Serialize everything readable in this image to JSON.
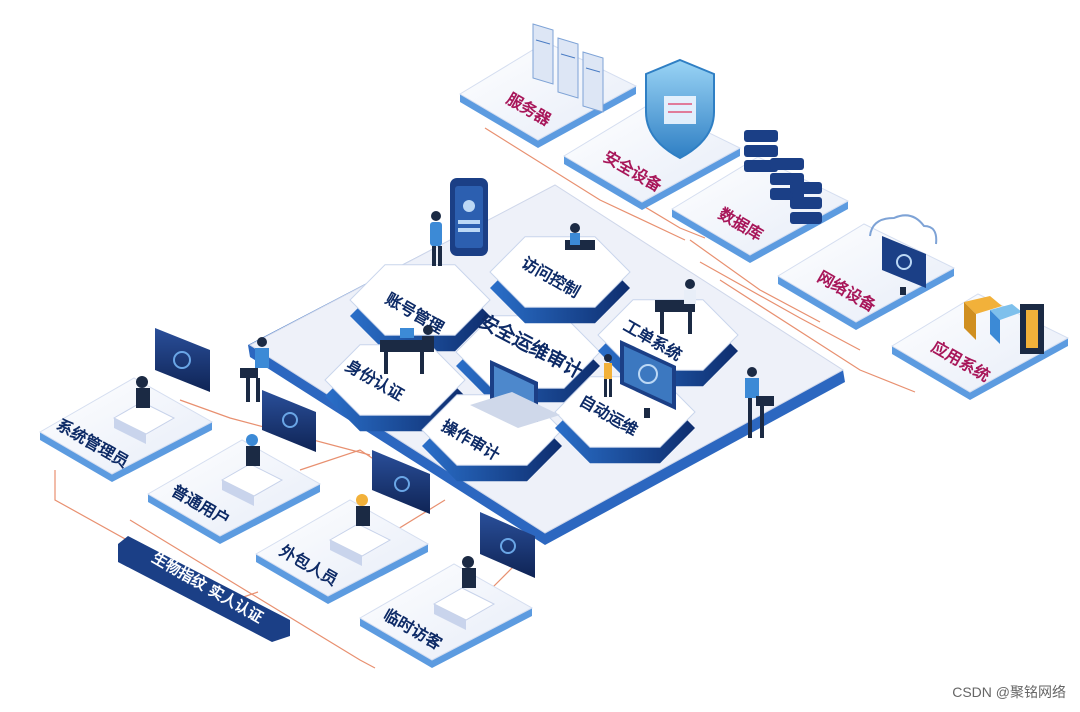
{
  "colors": {
    "accent": "#1b3f86",
    "magenta": "#a8175a",
    "navy_text": "#0d2a66",
    "connector": "#e89070"
  },
  "center": {
    "title": "安全运维审计",
    "hexes": [
      "账号管理",
      "访问控制",
      "工单系统",
      "身份认证",
      "操作审计",
      "自动运维"
    ]
  },
  "resources": [
    "服务器",
    "安全设备",
    "数据库",
    "网络设备",
    "应用系统"
  ],
  "users": [
    "系统管理员",
    "普通用户",
    "外包人员",
    "临时访客"
  ],
  "auth_banner": "生物指纹 实人认证",
  "watermark": "CSDN @聚铭网络"
}
